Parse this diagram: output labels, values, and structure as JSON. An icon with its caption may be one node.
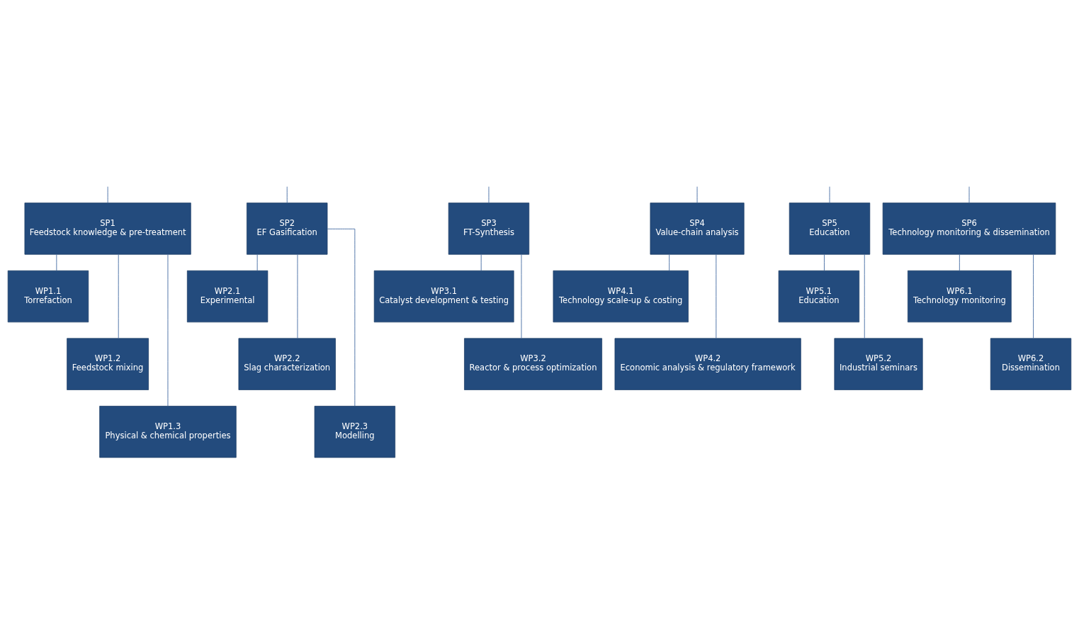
{
  "diagram": {
    "nodes": [
      {
        "text": [
          "SP1",
          "Feedstock knowledge & pre-treatment"
        ]
      },
      {
        "text": [
          "SP2",
          "EF Gasification"
        ]
      },
      {
        "text": [
          "SP3",
          "FT-Synthesis"
        ]
      },
      {
        "text": [
          "SP4",
          "Value-chain analysis"
        ]
      },
      {
        "text": [
          "SP5",
          "Education"
        ]
      },
      {
        "text": [
          "SP6",
          "Technology monitoring & dissemination"
        ]
      },
      {
        "text": [
          "WP1.1",
          "Torrefaction"
        ]
      },
      {
        "text": [
          "WP1.2",
          "Feedstock mixing"
        ]
      },
      {
        "text": [
          "WP1.3",
          "Physical & chemical properties"
        ]
      },
      {
        "text": [
          "WP2.1",
          "Experimental"
        ]
      },
      {
        "text": [
          "WP2.2",
          "Slag characterization"
        ]
      },
      {
        "text": [
          "WP2.3",
          "Modelling"
        ]
      },
      {
        "text": [
          "WP3.1",
          "Catalyst development & testing"
        ]
      },
      {
        "text": [
          "WP3.2",
          "Reactor & process optimization"
        ]
      },
      {
        "text": [
          "WP4.1",
          "Technology scale-up & costing"
        ]
      },
      {
        "text": [
          "WP4.2",
          "Economic analysis & regulatory framework"
        ]
      },
      {
        "text": [
          "WP5.1",
          "Education"
        ]
      },
      {
        "text": [
          "WP5.2",
          "Industrial seminars"
        ]
      },
      {
        "text": [
          "WP6.1",
          "Technology monitoring"
        ]
      },
      {
        "text": [
          "WP6.2",
          "Dissemination"
        ]
      }
    ],
    "edges": [
      {
        "from": null,
        "to": 0,
        "arrow": "none"
      },
      {
        "from": null,
        "to": 1,
        "arrow": "none"
      },
      {
        "from": null,
        "to": 2,
        "arrow": "none"
      },
      {
        "from": null,
        "to": 3,
        "arrow": "none"
      },
      {
        "from": null,
        "to": 4,
        "arrow": "none"
      },
      {
        "from": null,
        "to": 5,
        "arrow": "none"
      },
      {
        "from": 0,
        "to": 6,
        "arrow": "none"
      },
      {
        "from": 0,
        "to": 7,
        "arrow": "none"
      },
      {
        "from": 0,
        "to": 8,
        "arrow": "none"
      },
      {
        "from": 1,
        "to": 9,
        "arrow": "none"
      },
      {
        "from": 1,
        "to": 10,
        "arrow": "none"
      },
      {
        "from": 1,
        "to": 11,
        "arrow": "none"
      },
      {
        "from": 2,
        "to": 12,
        "arrow": "none"
      },
      {
        "from": 2,
        "to": 13,
        "arrow": "none"
      },
      {
        "from": 3,
        "to": 14,
        "arrow": "none"
      },
      {
        "from": 3,
        "to": 15,
        "arrow": "none"
      },
      {
        "from": 4,
        "to": 16,
        "arrow": "none"
      },
      {
        "from": 4,
        "to": 17,
        "arrow": "none"
      },
      {
        "from": 5,
        "to": 18,
        "arrow": "none"
      },
      {
        "from": 5,
        "to": 19,
        "arrow": "none"
      }
    ]
  }
}
